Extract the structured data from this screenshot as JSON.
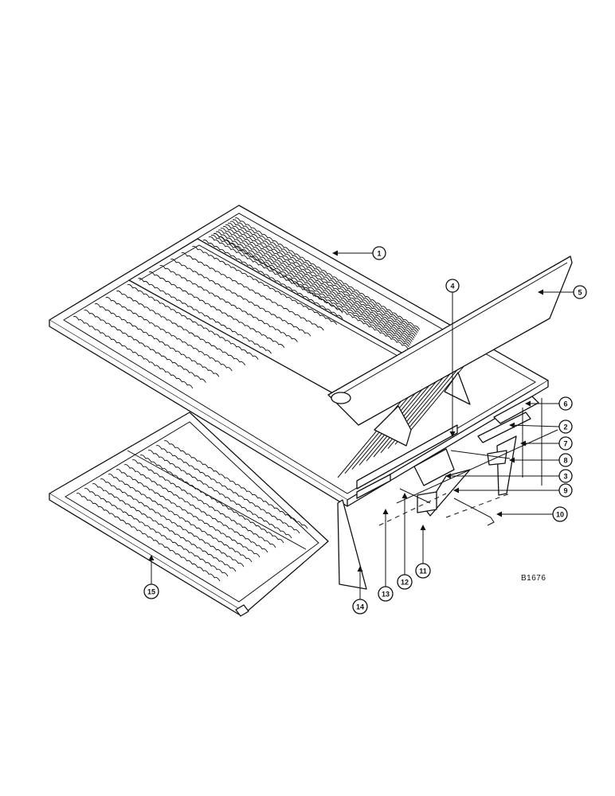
{
  "drawing": {
    "reference_code": "B1676"
  },
  "callouts": [
    {
      "label": "1"
    },
    {
      "label": "2"
    },
    {
      "label": "3"
    },
    {
      "label": "4"
    },
    {
      "label": "5"
    },
    {
      "label": "6"
    },
    {
      "label": "7"
    },
    {
      "label": "8"
    },
    {
      "label": "9"
    },
    {
      "label": "10"
    },
    {
      "label": "11"
    },
    {
      "label": "12"
    },
    {
      "label": "13"
    },
    {
      "label": "14"
    },
    {
      "label": "15"
    }
  ]
}
